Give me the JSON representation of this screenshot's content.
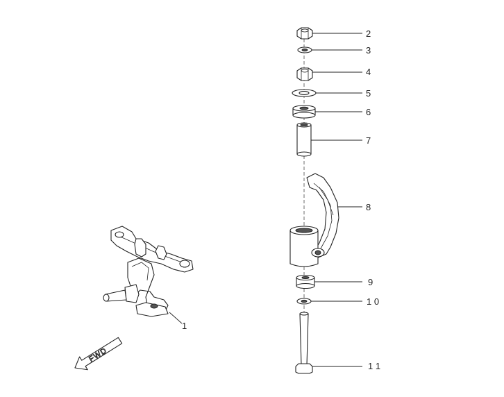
{
  "direction_label": "FWD",
  "callouts": [
    {
      "id": "1",
      "text": "1"
    },
    {
      "id": "2",
      "text": "2"
    },
    {
      "id": "3",
      "text": "3"
    },
    {
      "id": "4",
      "text": "4"
    },
    {
      "id": "5",
      "text": "5"
    },
    {
      "id": "6",
      "text": "6"
    },
    {
      "id": "7",
      "text": "7"
    },
    {
      "id": "8",
      "text": "8"
    },
    {
      "id": "9",
      "text": "9"
    },
    {
      "id": "10",
      "text": "1 0"
    },
    {
      "id": "11",
      "text": "1 1"
    }
  ],
  "colors": {
    "line": "#222222",
    "background": "#ffffff"
  }
}
